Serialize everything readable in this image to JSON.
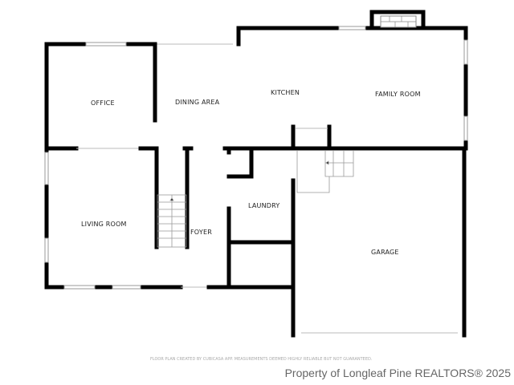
{
  "rooms": {
    "office": "OFFICE",
    "dining": "DINING AREA",
    "kitchen": "KITCHEN",
    "family": "FAMILY ROOM",
    "living": "LIVING ROOM",
    "foyer": "FOYER",
    "laundry": "LAUNDRY",
    "garage": "GARAGE"
  },
  "credit": "FLOOR PLAN CREATED BY CUBICASA APP. MEASUREMENTS DEEMED HIGHLY RELIABLE BUT NOT GUARANTEED.",
  "watermark": "Property of Longleaf Pine REALTORS® 2025",
  "colors": {
    "wall": "#000000",
    "thin_line": "#bbbbbb"
  }
}
